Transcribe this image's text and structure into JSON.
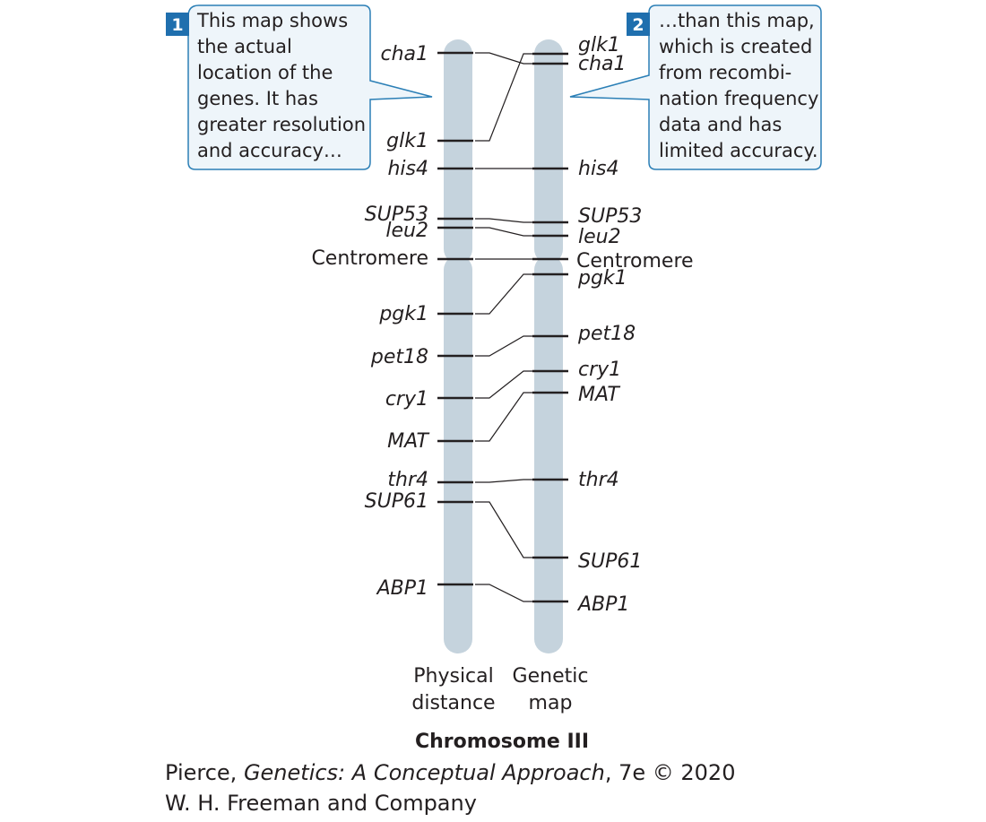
{
  "callouts": [
    {
      "number": "1",
      "lines": [
        "This map shows",
        "the actual",
        "location of the",
        "genes. It has",
        "greater resolution",
        "and accuracy…"
      ]
    },
    {
      "number": "2",
      "lines": [
        "…than this map,",
        "which is created",
        "from recombi-",
        "nation frequency",
        "data and has",
        "limited accuracy."
      ]
    }
  ],
  "physical_map": {
    "genes": [
      "cha1",
      "glk1",
      "his4",
      "SUP53",
      "leu2",
      "Centromere",
      "pgk1",
      "pet18",
      "cry1",
      "MAT",
      "thr4",
      "SUP61",
      "ABP1"
    ],
    "label_line1": "Physical",
    "label_line2": "distance"
  },
  "genetic_map": {
    "genes": [
      "glk1",
      "cha1",
      "his4",
      "SUP53",
      "leu2",
      "Centromere",
      "pgk1",
      "pet18",
      "cry1",
      "MAT",
      "thr4",
      "SUP61",
      "ABP1"
    ],
    "label_line1": "Genetic",
    "label_line2": "map"
  },
  "chromosome_title": "Chromosome III",
  "credit": {
    "author": "Pierce, ",
    "book_title": "Genetics: A Conceptual Approach",
    "edition": ", 7e © 2020",
    "publisher": "W. H. Freeman and Company"
  },
  "colors": {
    "chromosome": "#c5d3dd",
    "callout_border": "#2b7fb6",
    "callout_fill": "#eef5fa",
    "badge": "#1f6fae",
    "ink": "#231f20"
  }
}
